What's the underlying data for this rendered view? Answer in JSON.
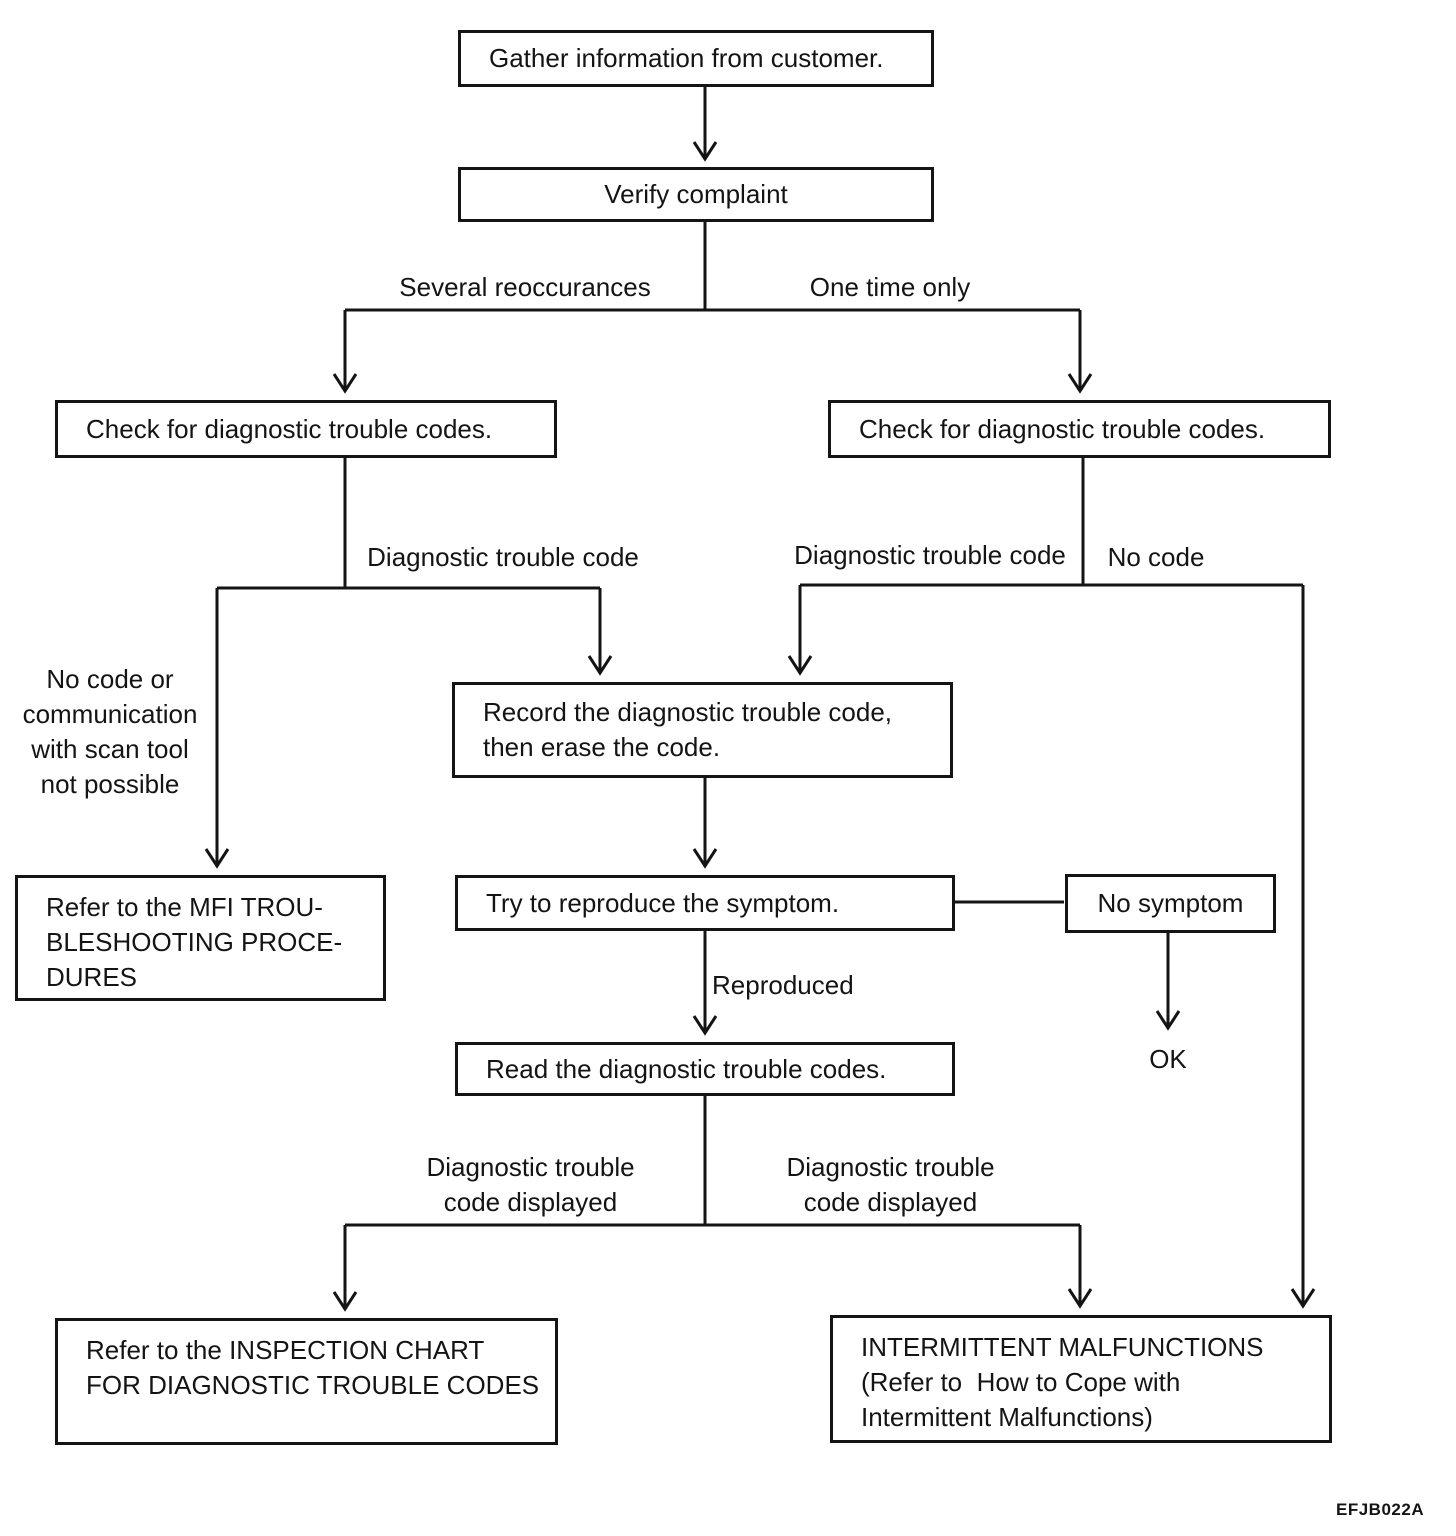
{
  "diagram": {
    "nodes": {
      "gather": "Gather information from customer.",
      "verify": "Verify complaint",
      "check_left": "Check for diagnostic trouble codes.",
      "check_right": "Check for diagnostic trouble codes.",
      "record": "Record the diagnostic trouble code,\nthen erase the code.",
      "mfi": "Refer to the MFI TROU-\nBLESHOOTING PROCE-\nDURES",
      "try_reproduce": "Try to reproduce the symptom.",
      "no_symptom": "No symptom",
      "read_codes": "Read the diagnostic trouble codes.",
      "inspection_chart": "Refer to the INSPECTION CHART\nFOR DIAGNOSTIC TROUBLE CODES",
      "intermittent": "INTERMITTENT MALFUNCTIONS\n(Refer to  How to Cope with\nIntermittent Malfunctions)"
    },
    "edge_labels": {
      "several": "Several reoccurances",
      "one_time": "One time only",
      "dtc_left": "Diagnostic trouble code",
      "dtc_right": "Diagnostic trouble code",
      "no_code": "No code",
      "no_code_comm": "No code or\ncommunication\nwith scan tool\nnot possible",
      "reproduced": "Reproduced",
      "ok": "OK",
      "dtc_displayed_left": "Diagnostic trouble\ncode displayed",
      "dtc_displayed_right": "Diagnostic trouble\ncode displayed"
    },
    "footer_code": "EFJB022A",
    "colors": {
      "ink": "#141414",
      "background": "#ffffff"
    }
  }
}
